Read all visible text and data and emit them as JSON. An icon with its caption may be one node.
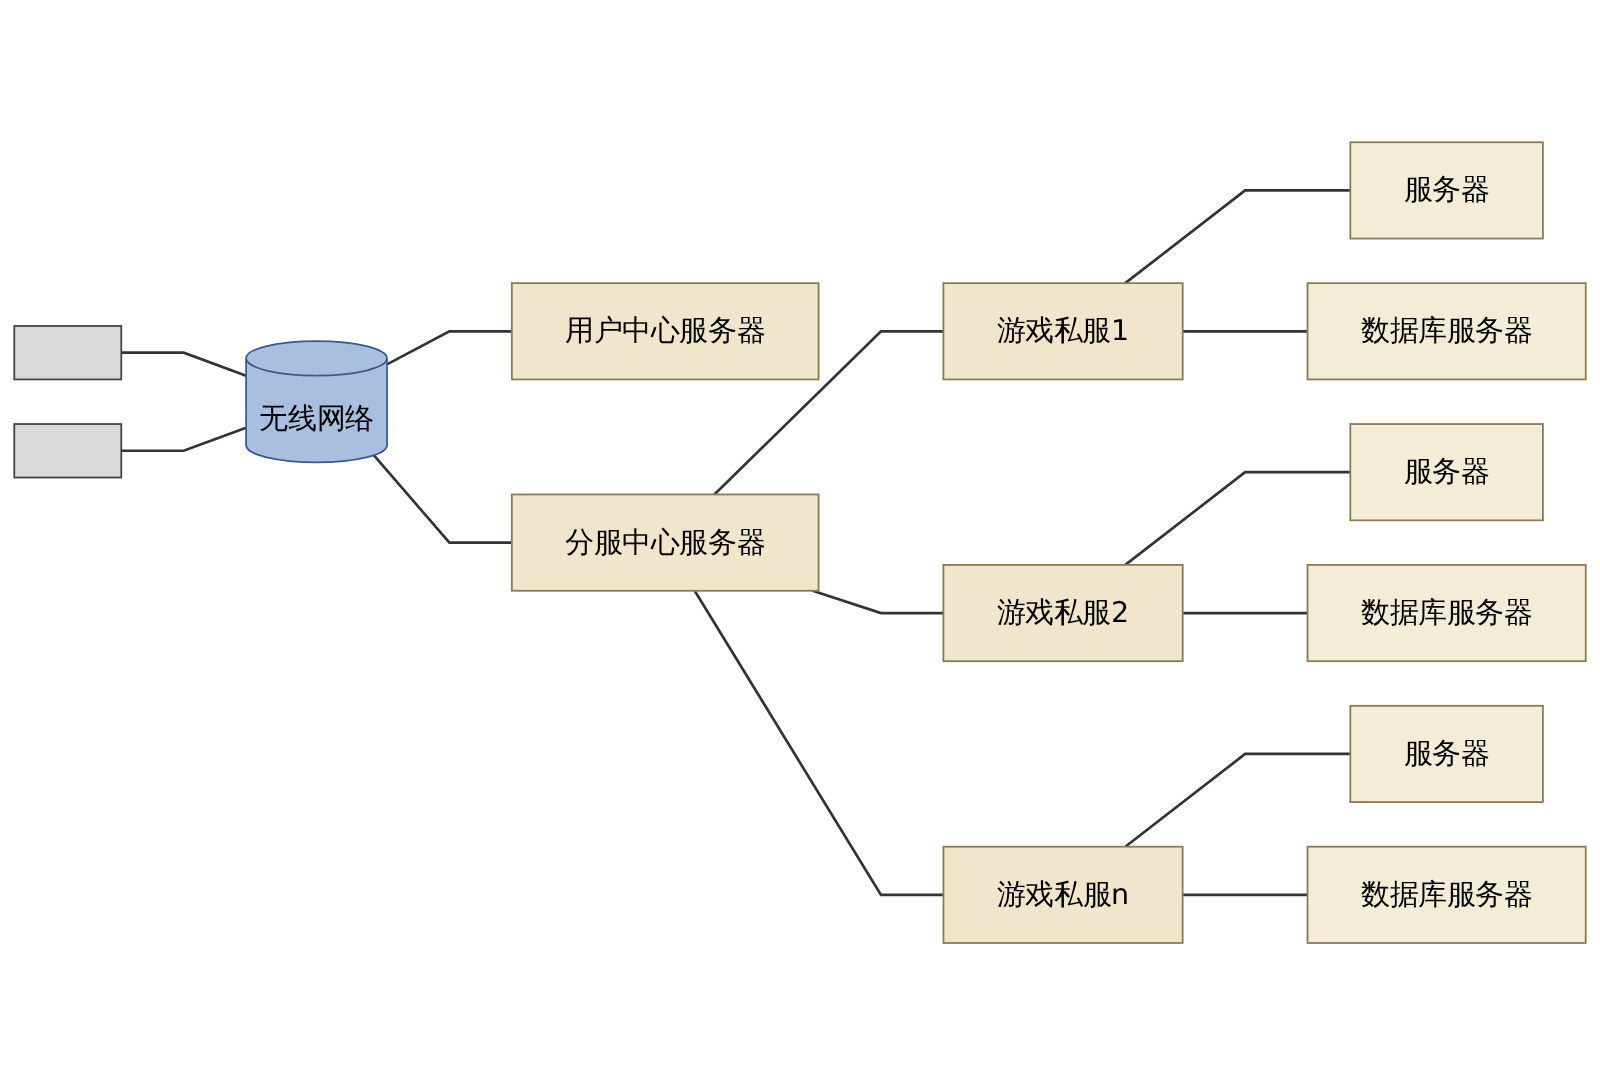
{
  "diagram": {
    "nodes": [
      {
        "text": [],
        "shape": "box"
      },
      {
        "text": [],
        "shape": "box"
      },
      {
        "text": [
          "无线网络"
        ]
      },
      {
        "text": [
          "用户中心服务器"
        ]
      },
      {
        "text": [
          "分服中心服务器"
        ]
      },
      {
        "text": [
          "游戏私服1"
        ]
      },
      {
        "text": [
          "游戏私服2"
        ]
      },
      {
        "text": [
          "游戏私服n"
        ]
      },
      {
        "text": [
          "服务器"
        ]
      },
      {
        "text": [
          "数据库服务器"
        ]
      },
      {
        "text": [
          "服务器"
        ]
      },
      {
        "text": [
          "数据库服务器"
        ]
      },
      {
        "text": [
          "服务器"
        ]
      },
      {
        "text": [
          "数据库服务器"
        ]
      }
    ],
    "edges": [
      {
        "from": 0,
        "to": 2,
        "arrow": "none"
      },
      {
        "from": 1,
        "to": 2,
        "arrow": "none"
      },
      {
        "from": 2,
        "to": 3,
        "arrow": "none"
      },
      {
        "from": 2,
        "to": 4,
        "arrow": "none"
      },
      {
        "from": 4,
        "to": 5,
        "arrow": "none"
      },
      {
        "from": 4,
        "to": 6,
        "arrow": "none"
      },
      {
        "from": 4,
        "to": 7,
        "arrow": "none"
      },
      {
        "from": 5,
        "to": 8,
        "arrow": "none"
      },
      {
        "from": 5,
        "to": 9,
        "arrow": "none"
      },
      {
        "from": 6,
        "to": 10,
        "arrow": "none"
      },
      {
        "from": 6,
        "to": 11,
        "arrow": "none"
      },
      {
        "from": 7,
        "to": 12,
        "arrow": "none"
      },
      {
        "from": 7,
        "to": 13,
        "arrow": "none"
      }
    ]
  }
}
